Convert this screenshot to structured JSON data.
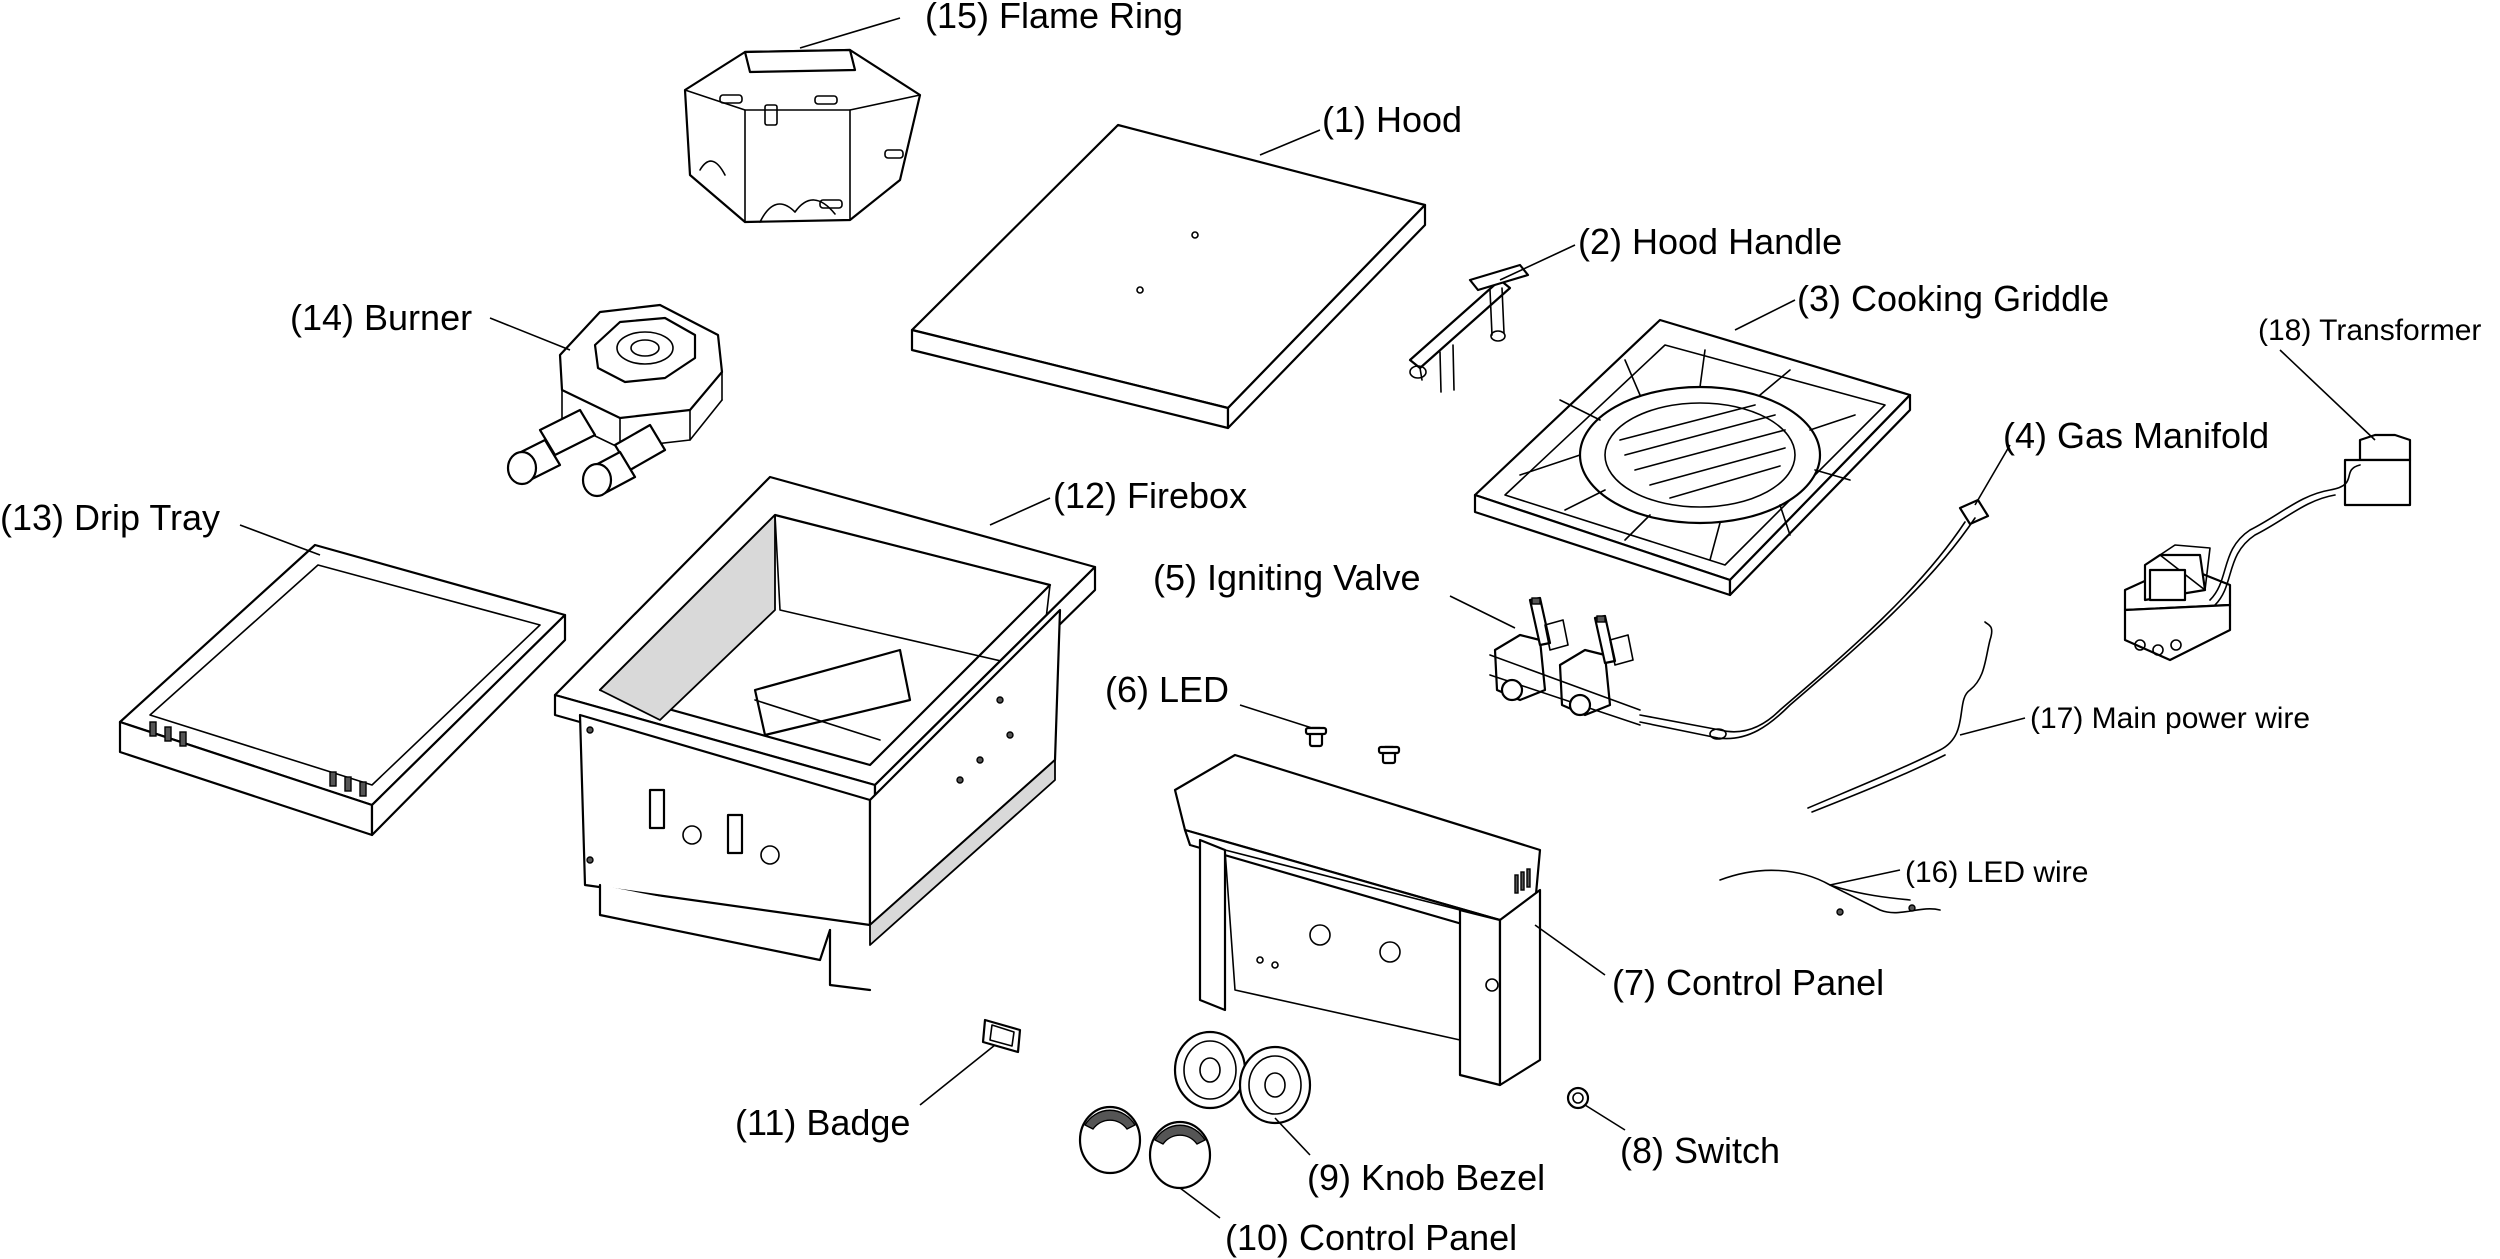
{
  "diagram": {
    "labels": {
      "hood": "(1) Hood",
      "hood_handle": "(2) Hood Handle",
      "cooking_griddle": "(3) Cooking Griddle",
      "gas_manifold": "(4) Gas Manifold",
      "igniting_valve": "(5)  Igniting Valve",
      "led": "(6) LED",
      "control_panel_7": "(7) Control Panel",
      "switch": "(8) Switch",
      "knob_bezel": "(9) Knob Bezel",
      "control_panel_10": "(10) Control Panel",
      "badge": "(11) Badge",
      "firebox": "(12) Firebox",
      "drip_tray": "(13) Drip Tray",
      "burner": "(14) Burner",
      "flame_ring": "(15) Flame Ring",
      "led_wire": "(16) LED wire",
      "main_power_wire": "(17) Main power wire",
      "transformer": "(18) Transformer"
    }
  }
}
